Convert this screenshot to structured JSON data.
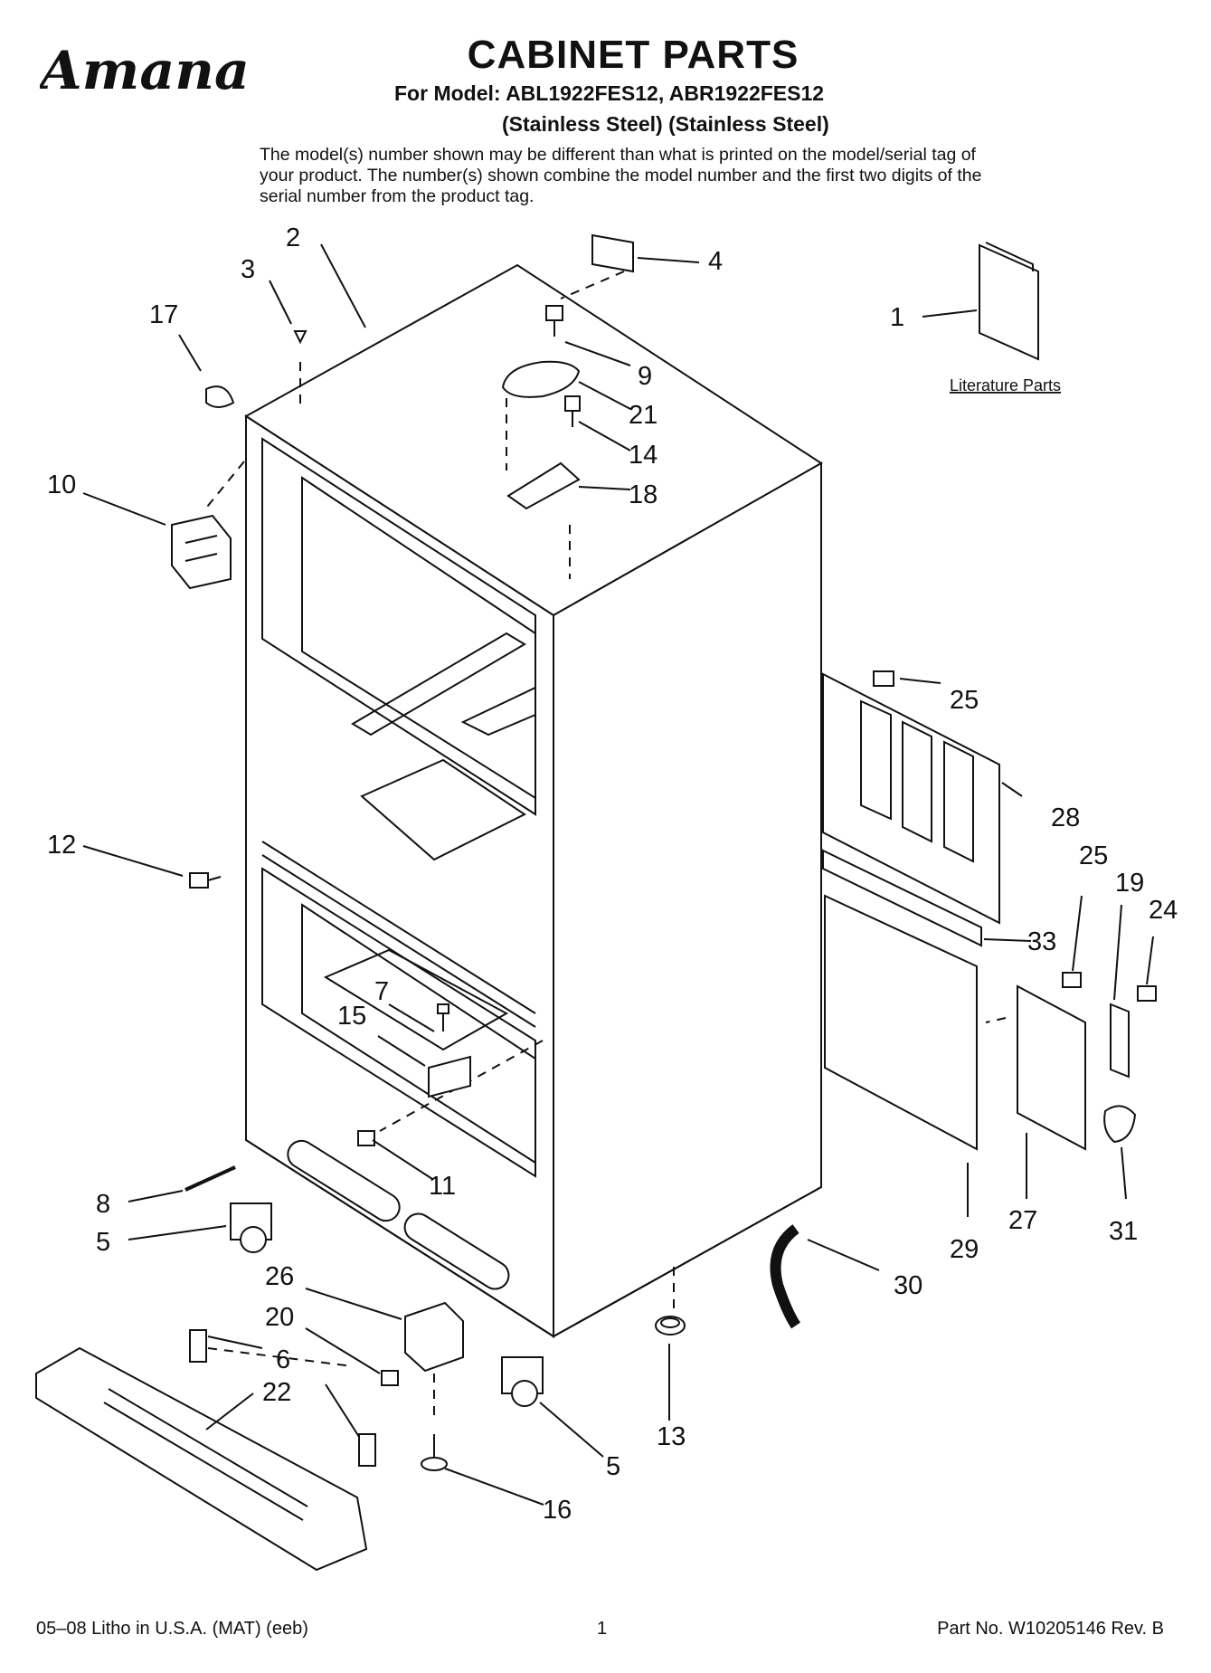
{
  "header": {
    "brand": "Amana",
    "title": "CABINET PARTS",
    "model_line": "For Model: ABL1922FES12, ABR1922FES12",
    "finish_line": "(Stainless Steel)  (Stainless Steel)",
    "note": "The model(s) number shown may be different than what is printed on the model/serial tag of your product. The number(s) shown combine the model number and the first two digits of the serial number from the product tag."
  },
  "diagram": {
    "literature_label": "Literature Parts",
    "callouts": [
      "1",
      "2",
      "3",
      "4",
      "5",
      "5",
      "6",
      "7",
      "8",
      "9",
      "10",
      "11",
      "12",
      "13",
      "14",
      "15",
      "16",
      "17",
      "18",
      "19",
      "20",
      "21",
      "22",
      "24",
      "25",
      "25",
      "26",
      "27",
      "28",
      "29",
      "30",
      "31",
      "33"
    ]
  },
  "footer": {
    "litho": "05–08 Litho in U.S.A. (MAT) (eeb)",
    "page": "1",
    "part_no": "Part No. W10205146 Rev. B"
  }
}
